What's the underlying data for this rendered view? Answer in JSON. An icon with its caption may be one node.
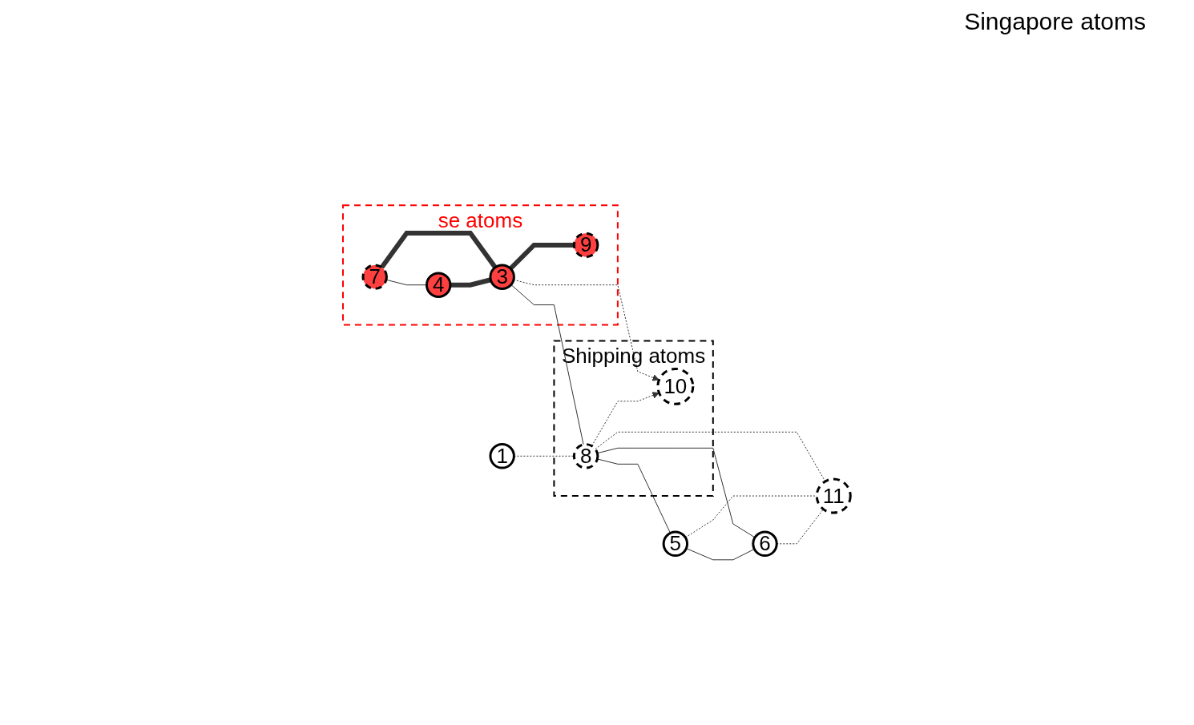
{
  "diagram": {
    "nodes": [
      {
        "text": [
          "se atoms"
        ]
      },
      {
        "text": [
          "1"
        ]
      },
      {
        "text": [
          "7"
        ],
        "in": 0
      },
      {
        "text": [
          "4"
        ],
        "in": 0
      },
      {
        "text": [
          "3"
        ],
        "in": 0
      },
      {
        "text": [
          "9"
        ],
        "in": 0
      },
      {
        "text": [
          "Shipping atoms"
        ]
      },
      {
        "text": [
          "8"
        ],
        "in": 6
      },
      {
        "text": [
          "10"
        ],
        "in": 6
      },
      {
        "text": [
          "5"
        ]
      },
      {
        "text": [
          "6"
        ]
      },
      {
        "text": [
          "11"
        ]
      }
    ],
    "edges": [
      {
        "from": 2,
        "to": 3,
        "arrow": "none"
      },
      {
        "from": 2,
        "to": 4,
        "arrow": "none",
        "style": "thick"
      },
      {
        "from": 3,
        "to": 4,
        "arrow": "none",
        "style": "thick"
      },
      {
        "from": 4,
        "to": 5,
        "arrow": "none",
        "style": "thick"
      },
      {
        "from": 4,
        "to": 7,
        "arrow": "none"
      },
      {
        "from": 4,
        "to": 8,
        "arrow": "to",
        "style": "dashed"
      },
      {
        "from": 7,
        "to": 8,
        "arrow": "to",
        "style": "dashed"
      },
      {
        "from": 1,
        "to": 7,
        "arrow": "none",
        "style": "dashed"
      },
      {
        "from": 7,
        "to": 9,
        "arrow": "none"
      },
      {
        "from": 7,
        "to": 10,
        "arrow": "none"
      },
      {
        "from": 9,
        "to": 10,
        "arrow": "none"
      },
      {
        "from": 7,
        "to": 11,
        "arrow": "none",
        "style": "dashed"
      },
      {
        "from": 9,
        "to": 11,
        "arrow": "none",
        "style": "dashed"
      },
      {
        "from": 10,
        "to": 11,
        "arrow": "none",
        "style": "dashed"
      }
    ],
    "labels": [
      "Singapore atoms"
    ]
  }
}
